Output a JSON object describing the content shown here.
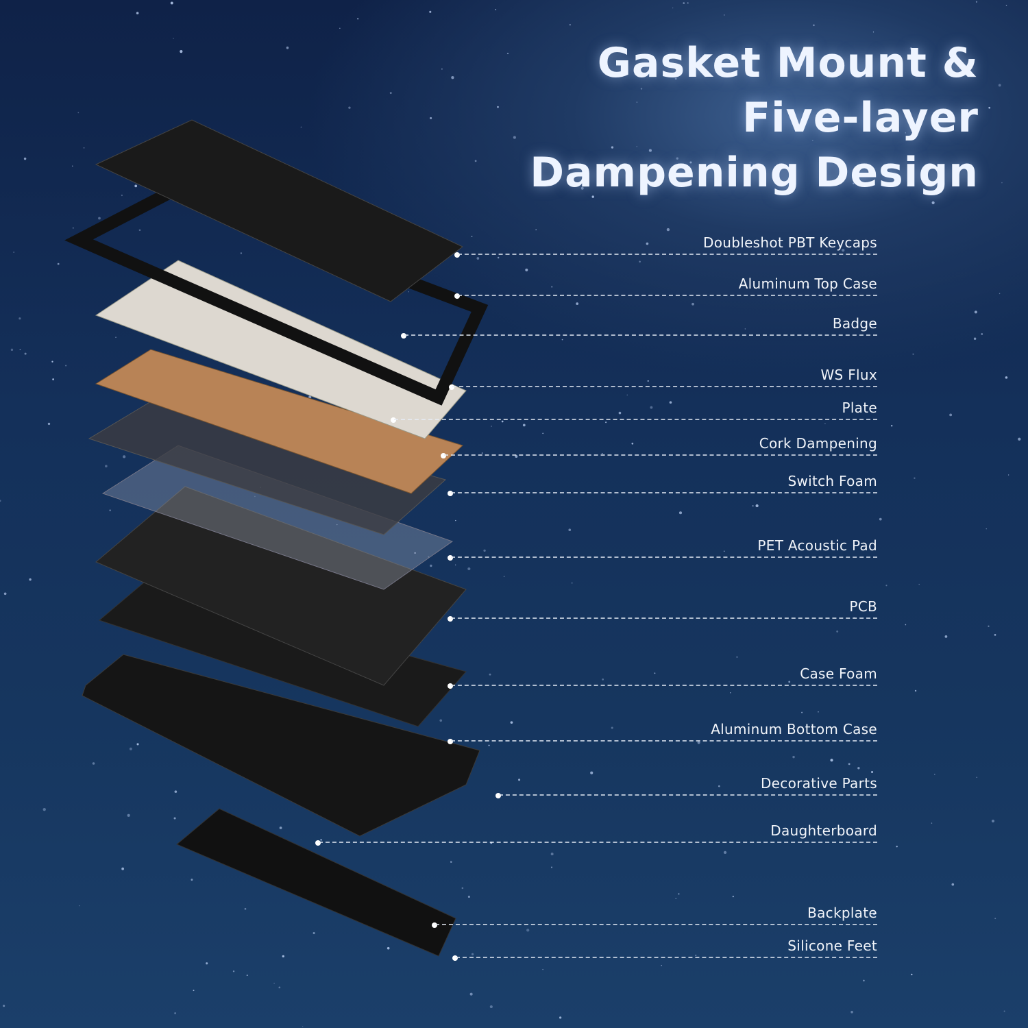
{
  "title": {
    "line1": "Gasket Mount &",
    "line2": "Five-layer",
    "line3": "Dampening Design"
  },
  "layers": [
    "Doubleshot PBT Keycaps",
    "Aluminum Top Case",
    "Badge",
    "WS Flux",
    "Plate",
    "Cork Dampening",
    "Switch Foam",
    "PET Acoustic Pad",
    "PCB",
    "Case Foam",
    "Aluminum Bottom Case",
    "Decorative Parts",
    "Daughterboard",
    "Backplate",
    "Silicone Feet"
  ],
  "colors": {
    "background": "#14305a",
    "text": "#f2f5fa",
    "plate": "#b88356"
  }
}
